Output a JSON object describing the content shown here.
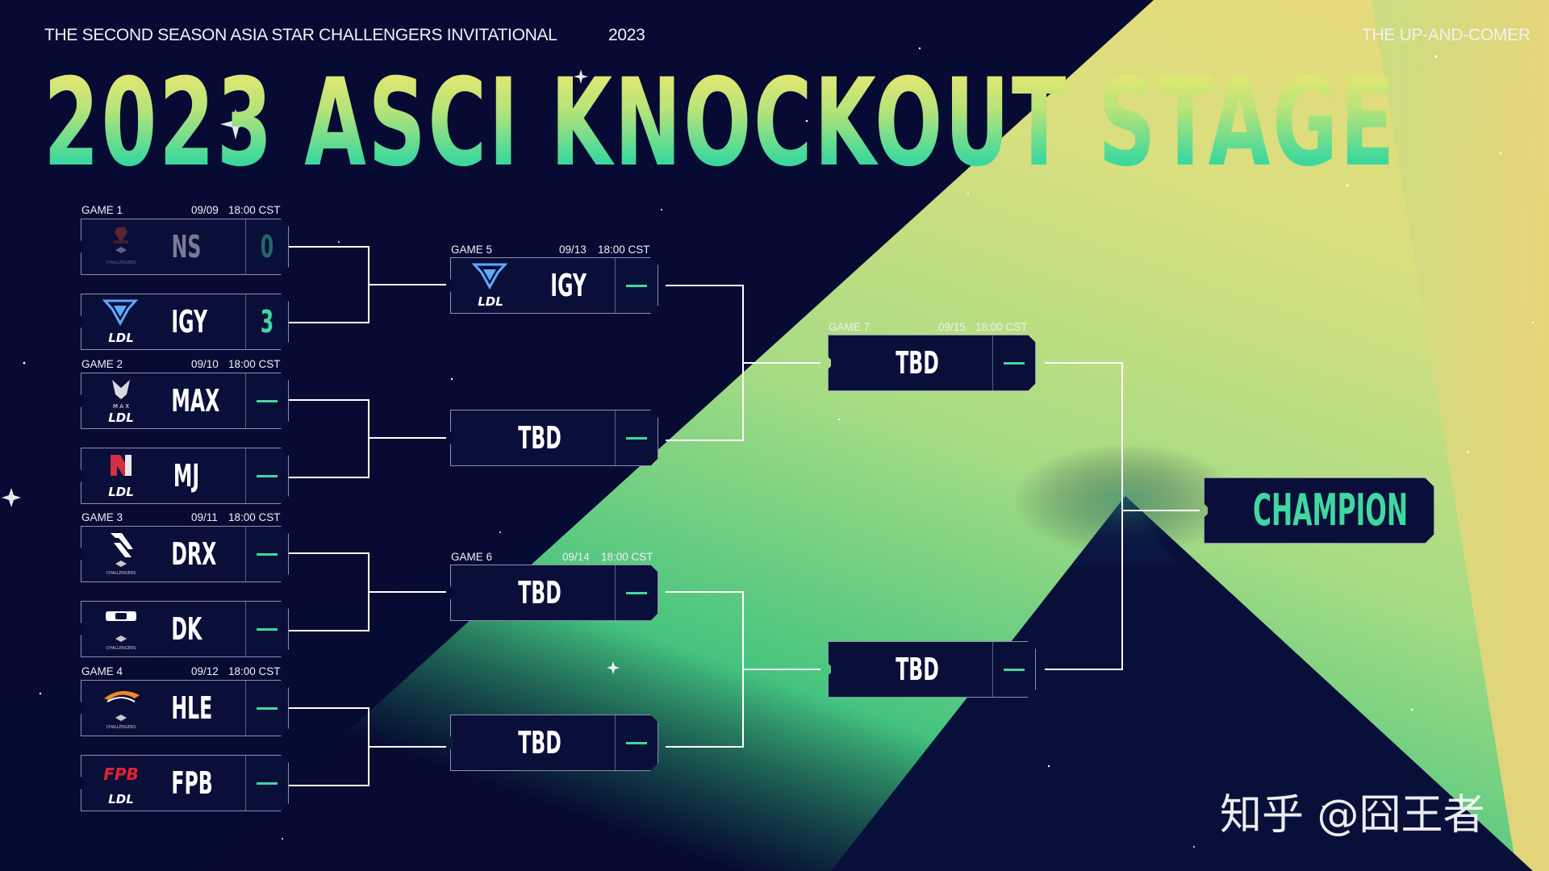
{
  "header": {
    "season": "THE SECOND SEASON  ASIA STAR CHALLENGERS INVITATIONAL",
    "year": "2023",
    "right": "THE UP-AND-COMER",
    "title": "2023 ASCI KNOCKOUT STAGE"
  },
  "games": [
    {
      "label": "GAME 1",
      "date": "09/09",
      "time": "18:00 CST"
    },
    {
      "label": "GAME 2",
      "date": "09/10",
      "time": "18:00 CST"
    },
    {
      "label": "GAME 3",
      "date": "09/11",
      "time": "18:00 CST"
    },
    {
      "label": "GAME 4",
      "date": "09/12",
      "time": "18:00 CST"
    },
    {
      "label": "GAME 5",
      "date": "09/13",
      "time": "18:00 CST"
    },
    {
      "label": "GAME 6",
      "date": "09/14",
      "time": "18:00 CST"
    },
    {
      "label": "GAME 7",
      "date": "09/15",
      "time": "18:00 CST"
    }
  ],
  "round1": [
    {
      "team": "NS",
      "score": "0",
      "logo": "ns-ldl-challengers-logo"
    },
    {
      "team": "IGY",
      "score": "3",
      "logo": "igy-ldl-logo"
    },
    {
      "team": "MAX",
      "logo": "max-ldl-logo"
    },
    {
      "team": "MJ",
      "logo": "mj-ldl-logo"
    },
    {
      "team": "DRX",
      "logo": "drx-challengers-logo"
    },
    {
      "team": "DK",
      "logo": "dk-challengers-logo"
    },
    {
      "team": "HLE",
      "logo": "hle-challengers-logo"
    },
    {
      "team": "FPB",
      "logo": "fpb-ldl-logo"
    }
  ],
  "round2": [
    {
      "team": "IGY",
      "logo": "igy-ldl-logo"
    },
    {
      "team": "TBD"
    },
    {
      "team": "TBD"
    },
    {
      "team": "TBD"
    }
  ],
  "round3": [
    {
      "team": "TBD"
    },
    {
      "team": "TBD"
    }
  ],
  "champion": "CHAMPION",
  "logos": {
    "ldl": "LDL",
    "max": "M A X",
    "challengers": "CHALLENGERS",
    "ns": "NS",
    "fpb": "FPB"
  },
  "watermark": "知乎 @囧王者",
  "colors": {
    "background": "#070b33",
    "accent": "#3fd8a0",
    "box": "#0a0f3a",
    "border": "#8b8fae",
    "ray_yellow": "#e8dc7a",
    "ray_green": "#7fdc8a"
  }
}
